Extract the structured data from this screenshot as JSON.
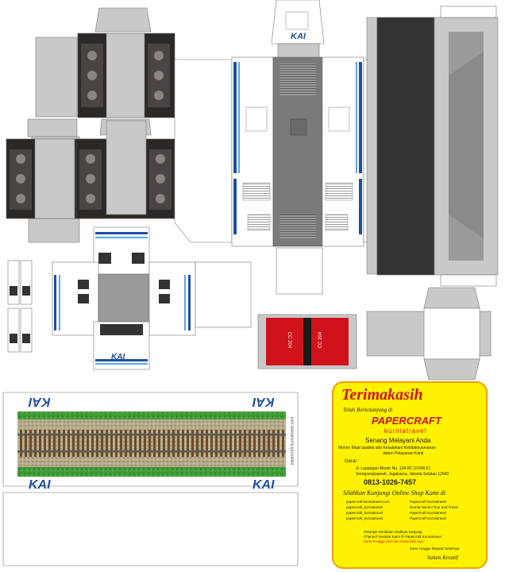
{
  "brand": {
    "logo_text": "KAI",
    "website": "papercraft.kurniatravel.com"
  },
  "loco": {
    "number": "CC 204"
  },
  "card": {
    "title": "Terimakasih",
    "subtitle": "Telah Berkolanjung di",
    "company": "PAPERCRAFT",
    "company_sub": "kurniatravel",
    "tagline": "Senang Melayani Anda",
    "apology_1": "Mohon Maaf apabila ada Kesalahan/ Ketidaknyamanan",
    "apology_2": "dalam Pelayanan Kami",
    "address_label": "Gerai :",
    "address_1": "Jl. Lapangan Merah No. 12A RT.10 RW.07,",
    "address_2": "Srengsengsawah, Jagakarsa, Jakarta Selatan 12640",
    "phone": "0813-1026-7457",
    "shop_invite": "Silahkan Kunjungi Online Shop Kami di",
    "links": [
      "papercraft.kurniatravel.com",
      "papercraft_kurniatravel",
      "papercraft_kurniatravel",
      "papercraft_kurniatravel",
      "Papercraft Kurniatravel",
      "Nurnia Nurnini Tour and Travel",
      "Papercraft Kurniatravel",
      "Papercraft Kurniatravel"
    ],
    "youtube_1": "Petunjuk Perakitan silahkan kunjungi",
    "youtube_2": "Channel Youtube Kami di Papercraft Kurniatravel",
    "youtube_3": "Kami Tunggu Like dan Subscribe-nya",
    "closing": "Kami Tunggu Repeat Ordernya",
    "signature": "Salam Kreatif"
  },
  "colors": {
    "card_bg": "#fff200",
    "accent_red": "#d0121b",
    "kai_blue": "#1d4fa3",
    "kai_orange": "#f08a1c",
    "grass": "#3f9b36",
    "ballast": "#b6a98a",
    "dark_body": "#2c2826",
    "roof_grey": "#7a7a7a"
  }
}
